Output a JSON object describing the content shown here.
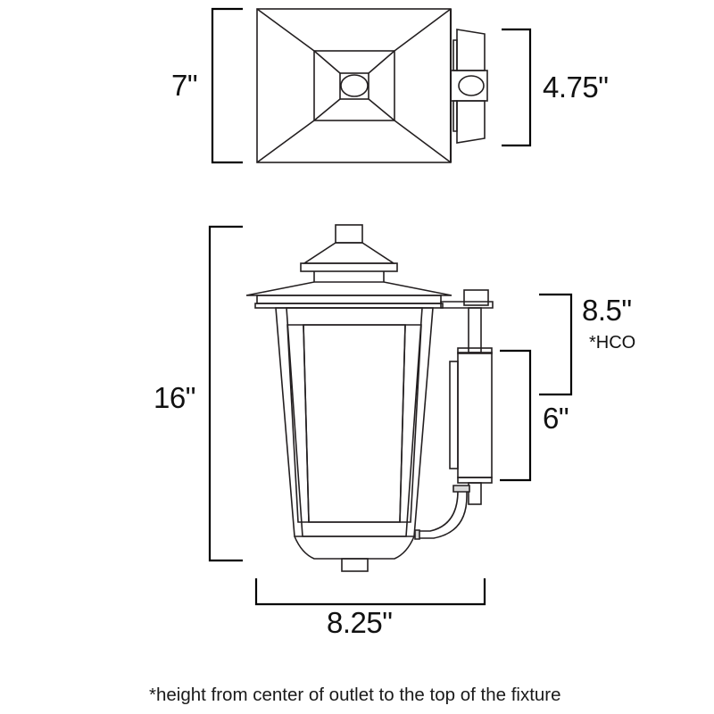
{
  "document": {
    "type": "product-dimension-spec-drawing",
    "subject": "outdoor wall lantern sconce",
    "views": [
      "top view",
      "front elevation view"
    ]
  },
  "dimensions": {
    "top_view_depth": "7\"",
    "top_view_backplate_width": "4.75\"",
    "fixture_height": "16\"",
    "outlet_to_top": "8.5\"",
    "hco_note": "*HCO",
    "backplate_height": "6\"",
    "fixture_width": "8.25\""
  },
  "footnote": {
    "text": "*height from center of outlet to the top of the fixture"
  },
  "style": {
    "line_color": "#231f20",
    "accent_color": "#000000",
    "background": "#ffffff"
  }
}
